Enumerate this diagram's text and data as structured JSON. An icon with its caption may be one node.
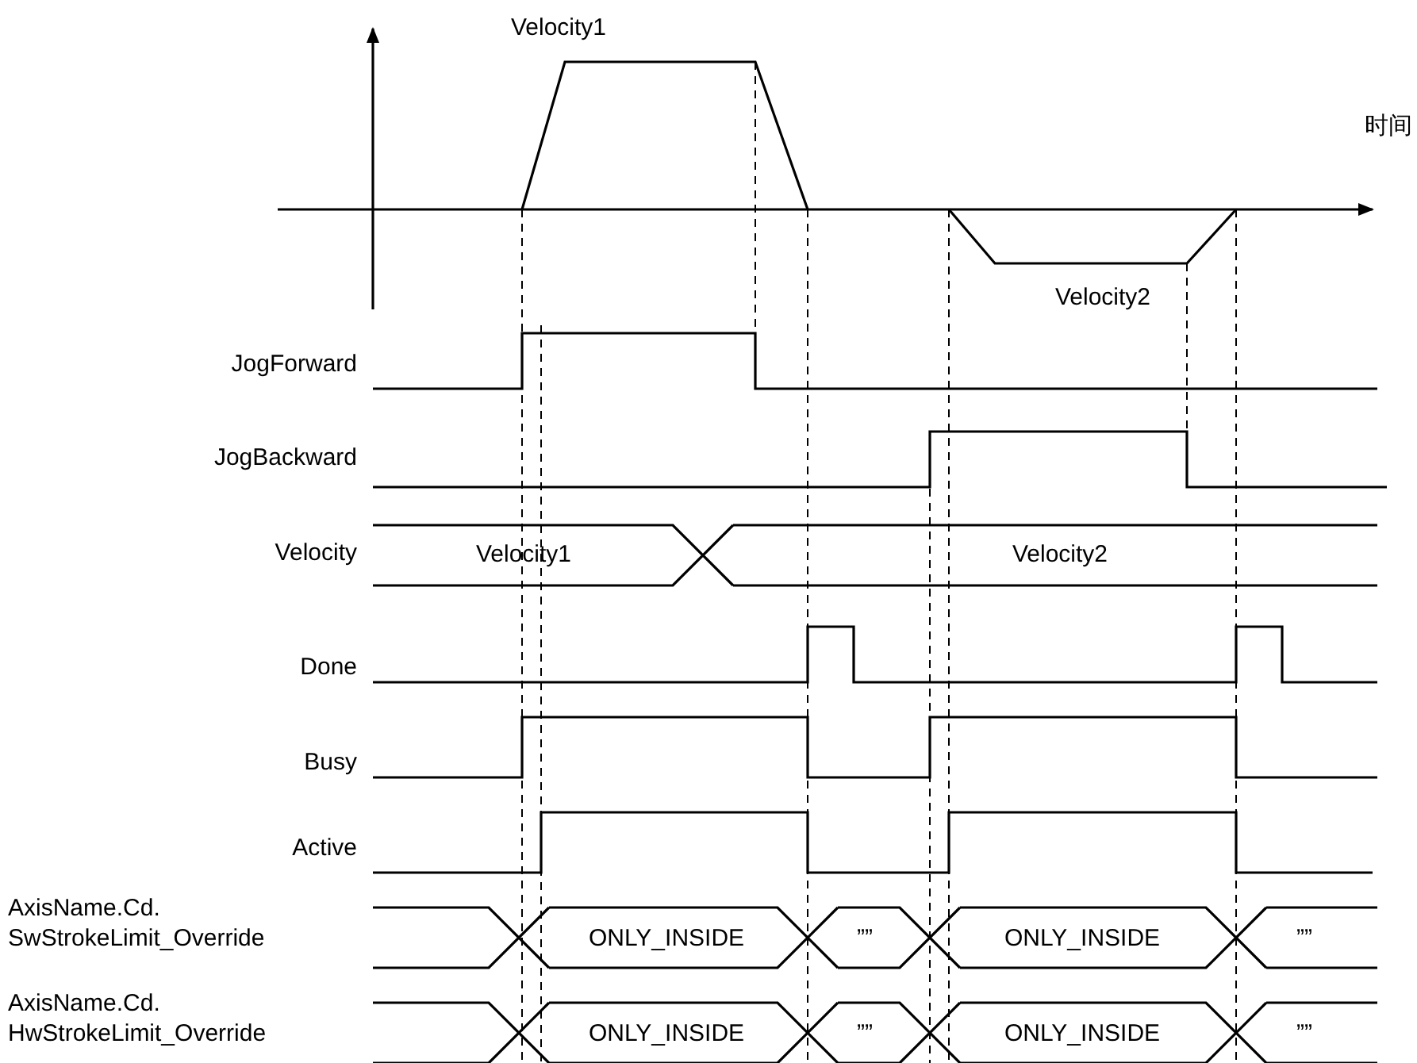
{
  "diagram": {
    "labels": [
      "Velocity1",
      "时间",
      "Velocity2",
      "JogForward",
      "JogBackward",
      "Velocity",
      "Velocity1",
      "Velocity2",
      "Done",
      "Busy",
      "Active",
      "AxisName.Cd. SwStrokeLimit_Override",
      "ONLY_INSIDE",
      "””",
      "ONLY_INSIDE",
      "””",
      "AxisName.Cd. HwStrokeLimit_Override",
      "ONLY_INSIDE",
      "””",
      "ONLY_INSIDE",
      "””"
    ]
  }
}
